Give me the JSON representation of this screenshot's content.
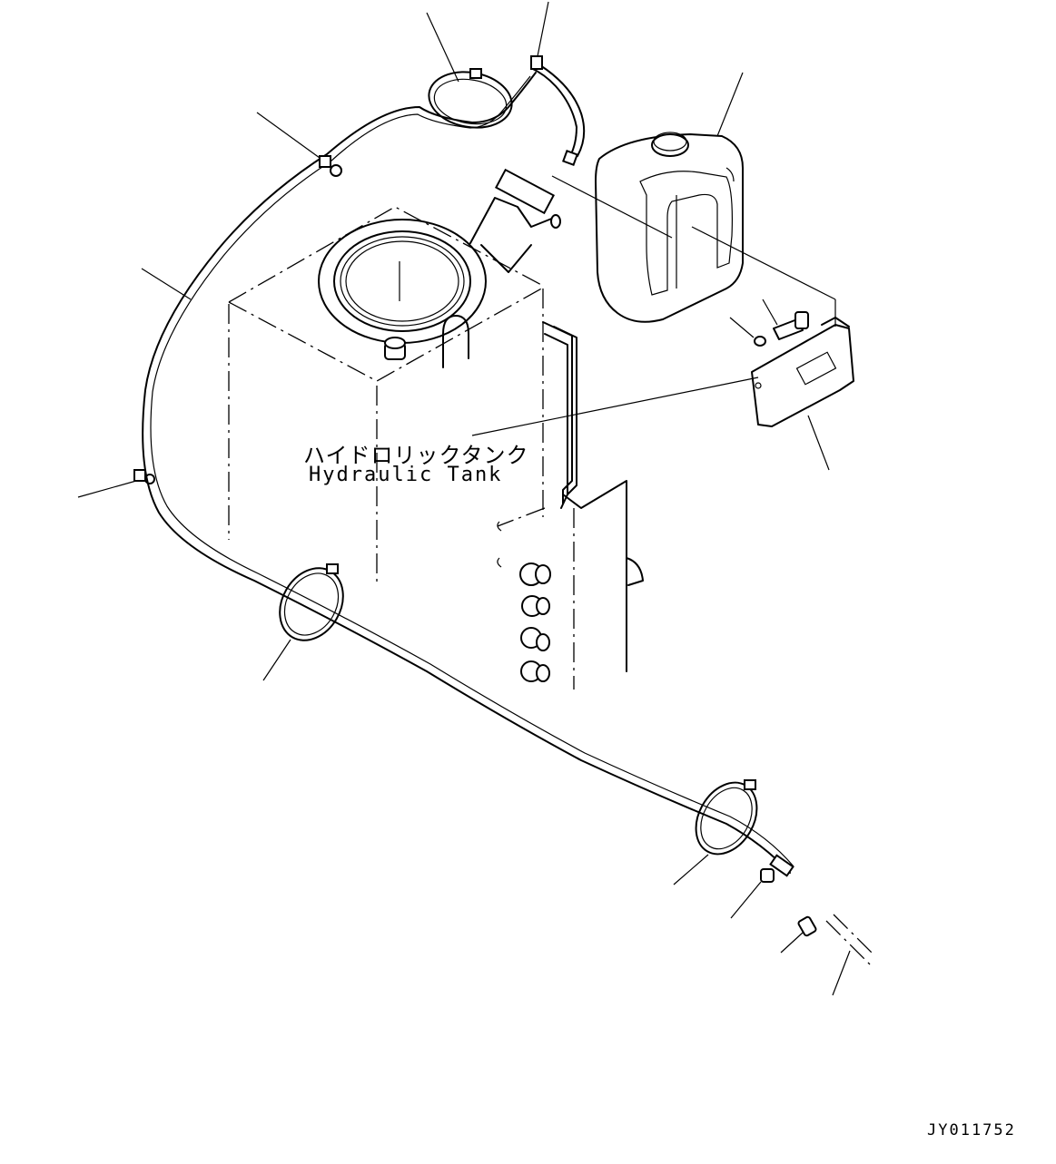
{
  "tank_label_ja": "ハイドロリックタンク",
  "tank_label_en": "Hydraulic Tank",
  "drawing_number": "JY011752"
}
